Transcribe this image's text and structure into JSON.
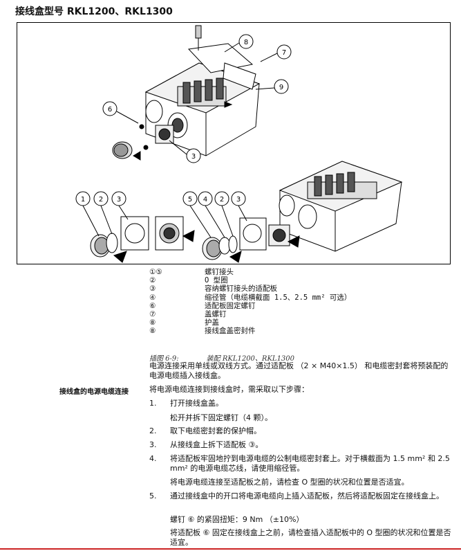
{
  "title": "接线盒型号 RKL1200、RKL1300",
  "figure": {
    "callouts_top": [
      "8",
      "7",
      "9",
      "6",
      "3"
    ],
    "callouts_bottom_left": [
      "1",
      "2",
      "3"
    ],
    "callouts_bottom_mid": [
      "5",
      "4",
      "2",
      "3"
    ]
  },
  "legend": [
    {
      "sym": "①⑤",
      "text": "螺钉接头"
    },
    {
      "sym": "②",
      "text": "O 型圈"
    },
    {
      "sym": "③",
      "text": "容纳螺钉接头的适配板"
    },
    {
      "sym": "④",
      "text": "缩径管（电缆横截面 1.5、2.5 mm² 可选）"
    },
    {
      "sym": "⑥",
      "text": "适配板固定螺钉"
    },
    {
      "sym": "⑦",
      "text": "盖螺钉"
    },
    {
      "sym": "⑧",
      "text": "护盖"
    },
    {
      "sym": "⑧",
      "text": "接线盒盖密封件"
    }
  ],
  "caption": {
    "label": "插图 6-9:",
    "text": "装配 RKL1200、RKL1300"
  },
  "intro": "电源连接采用单线或双线方式。通过适配板 （2 × M40×1.5） 和电缆密封套将预装配的电源电缆插入接线盒。",
  "side_heading": "接线盒的电源电缆连接",
  "lead": "将电源电缆连接到接线盒时，需采取以下步骤：",
  "steps": [
    {
      "num": "1.",
      "text": "打开接线盒盖。",
      "sub": [
        "松开并拆下固定螺钉（4 颗）。"
      ]
    },
    {
      "num": "2.",
      "text": "取下电缆密封套的保护帽。",
      "sub": []
    },
    {
      "num": "3.",
      "text": "从接线盒上拆下适配板 ③。",
      "sub": []
    },
    {
      "num": "4.",
      "text": "将适配板牢固地拧到电源电缆的公制电缆密封套上。对于横截面为 1.5 mm² 和 2.5 mm² 的电源电缆芯线，请使用缩径管。",
      "sub": [
        "将电源电缆连接至适配板之前，请检查 O 型圈的状况和位置是否适宜。"
      ]
    },
    {
      "num": "5.",
      "text": "通过接线盒中的开口将电源电缆向上插入适配板，然后将适配板固定在接线盒上。",
      "sub": [
        "螺钉 ⑥ 的紧固扭矩：9 Nm （±10%）",
        "将适配板 ⑥ 固定在接线盒上之前，请检查插入适配板中的 O 型圈的状况和位置是否适宜。"
      ]
    }
  ]
}
